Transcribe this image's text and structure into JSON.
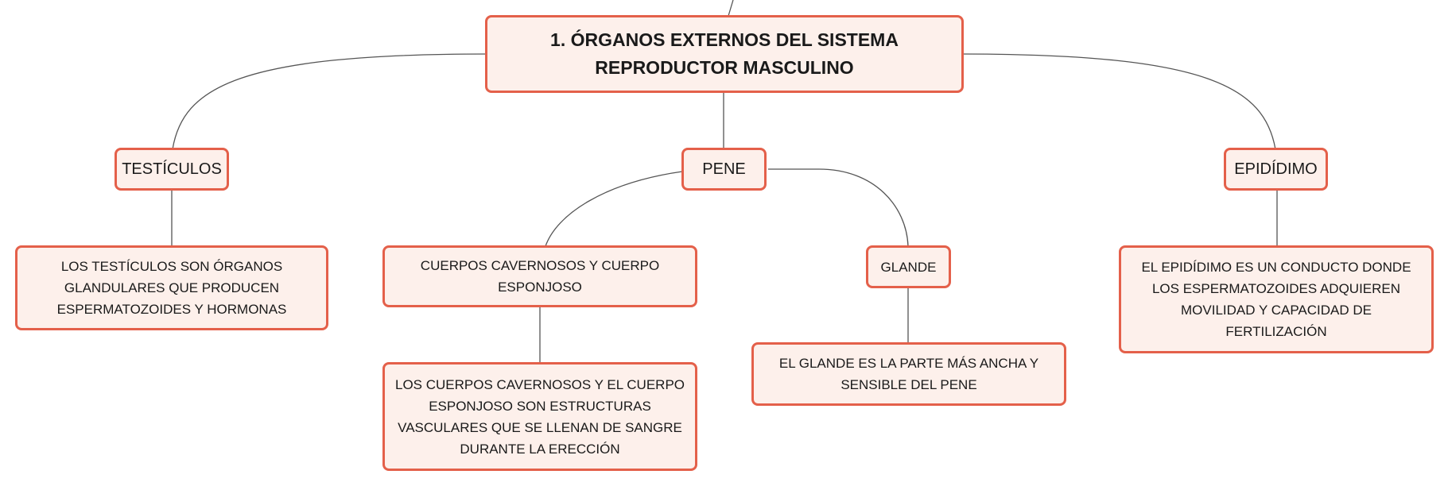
{
  "root": {
    "title_line1": "1. ÓRGANOS EXTERNOS DEL SISTEMA",
    "title_line2": "REPRODUCTOR MASCULINO"
  },
  "testiculos": {
    "label": "TESTÍCULOS",
    "desc_lines": [
      "LOS TESTÍCULOS SON ÓRGANOS",
      "GLANDULARES QUE PRODUCEN",
      "ESPERMATOZOIDES Y HORMONAS"
    ]
  },
  "pene": {
    "label": "PENE",
    "cuerpos": {
      "label_lines": [
        "CUERPOS CAVERNOSOS Y CUERPO",
        "ESPONJOSO"
      ],
      "desc_lines": [
        "LOS CUERPOS CAVERNOSOS Y EL CUERPO",
        "ESPONJOSO SON ESTRUCTURAS",
        "VASCULARES QUE SE LLENAN DE SANGRE",
        "DURANTE LA ERECCIÓN"
      ]
    },
    "glande": {
      "label": "GLANDE",
      "desc_lines": [
        "EL GLANDE ES LA PARTE MÁS ANCHA Y",
        "SENSIBLE DEL PENE"
      ]
    }
  },
  "epididimo": {
    "label": "EPIDÍDIMO",
    "desc_lines": [
      "EL EPIDÍDIMO ES UN CONDUCTO DONDE",
      "LOS ESPERMATOZOIDES ADQUIEREN",
      "MOVILIDAD Y CAPACIDAD DE FERTILIZACIÓN"
    ]
  },
  "colors": {
    "border": "#e4604a",
    "fill": "#fdf0eb",
    "line": "#555555"
  }
}
